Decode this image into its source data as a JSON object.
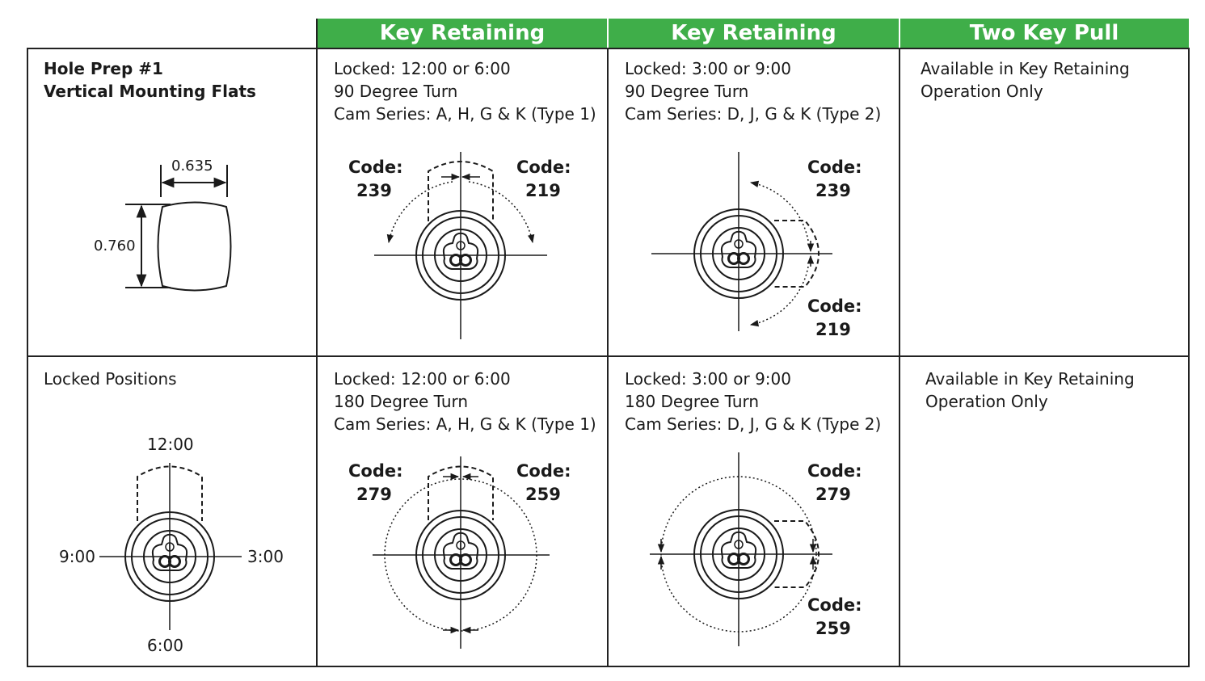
{
  "header": {
    "col2": "Key Retaining",
    "col3": "Key Retaining",
    "col4": "Two Key Pull"
  },
  "row1": {
    "col1": {
      "line1": "Hole Prep #1",
      "line2": "Vertical Mounting Flats",
      "dim_width": "0.635",
      "dim_height": "0.760"
    },
    "col2": {
      "line1": "Locked: 12:00 or 6:00",
      "line2": "90 Degree Turn",
      "line3": "Cam Series: A, H, G & K (Type 1)",
      "codeA_label": "Code:",
      "codeA_value": "239",
      "codeB_label": "Code:",
      "codeB_value": "219"
    },
    "col3": {
      "line1": "Locked: 3:00 or 9:00",
      "line2": "90 Degree Turn",
      "line3": "Cam Series: D, J, G & K (Type 2)",
      "codeA_label": "Code:",
      "codeA_value": "239",
      "codeB_label": "Code:",
      "codeB_value": "219"
    },
    "col4": {
      "line1": "Available in Key Retaining",
      "line2": "Operation Only"
    }
  },
  "row2": {
    "col1": {
      "line1": "Locked Positions",
      "pos12": "12:00",
      "pos3": "3:00",
      "pos6": "6:00",
      "pos9": "9:00"
    },
    "col2": {
      "line1": "Locked: 12:00 or 6:00",
      "line2": "180 Degree Turn",
      "line3": "Cam Series: A, H, G & K (Type 1)",
      "codeA_label": "Code:",
      "codeA_value": "279",
      "codeB_label": "Code:",
      "codeB_value": "259"
    },
    "col3": {
      "line1": "Locked: 3:00 or 9:00",
      "line2": "180 Degree Turn",
      "line3": "Cam Series: D, J, G & K (Type 2)",
      "codeA_label": "Code:",
      "codeA_value": "279",
      "codeB_label": "Code:",
      "codeB_value": "259"
    },
    "col4": {
      "line1": "Available in Key Retaining",
      "line2": "Operation Only"
    }
  }
}
